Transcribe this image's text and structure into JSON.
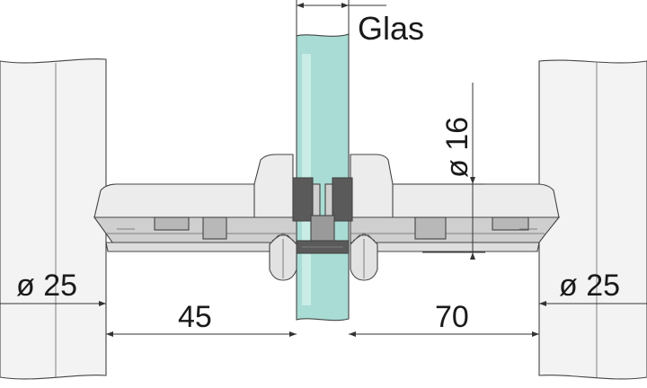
{
  "labels": {
    "glass": "Glas",
    "diameter_mount": "ø 16",
    "diameter_tube_left": "ø 25",
    "diameter_tube_right": "ø 25",
    "distance_left": "45",
    "distance_right": "70"
  },
  "colors": {
    "glass": "#a9dcd4",
    "metal_light": "#ececec",
    "metal_mid": "#cfcfcf",
    "metal_dark": "#9a9a9a",
    "gasket": "#5a5a5a",
    "line": "#333333"
  }
}
